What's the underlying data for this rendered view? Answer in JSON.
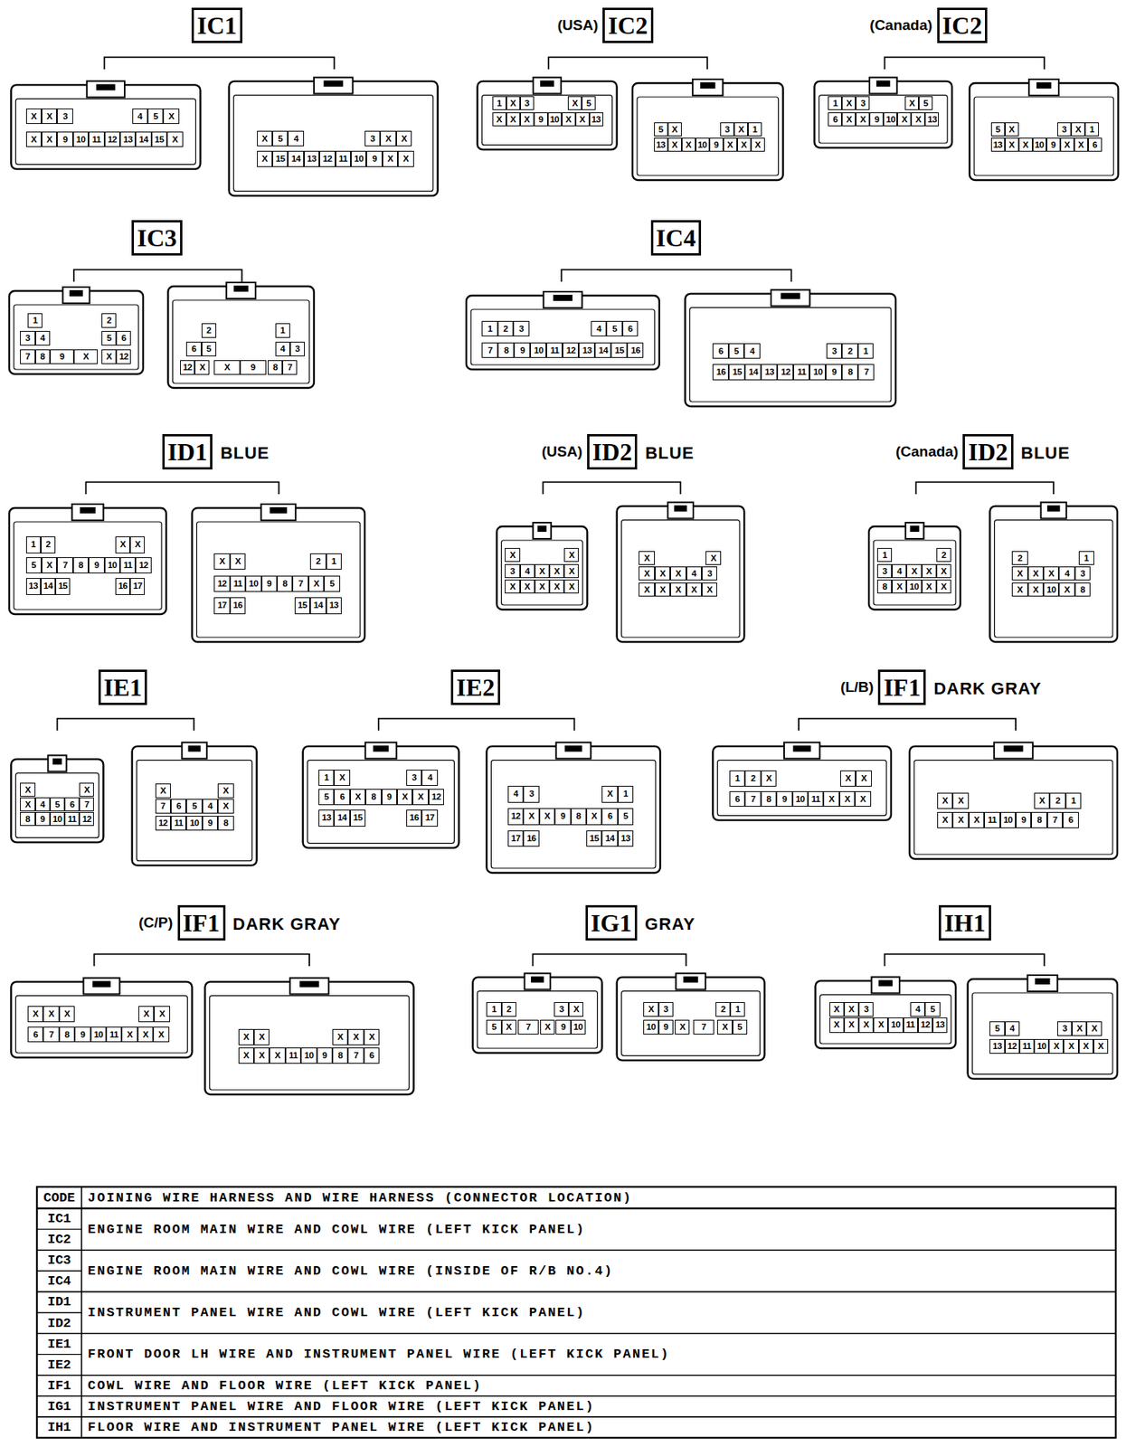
{
  "diagram": {
    "nodes": [
      {
        "text": [
          "IC1"
        ]
      },
      {
        "text": [
          "IC2"
        ]
      },
      {
        "text": [
          "IC2"
        ]
      },
      {
        "text": [
          "IC3"
        ]
      },
      {
        "text": [
          "IC4"
        ]
      },
      {
        "text": [
          "ID1"
        ]
      },
      {
        "text": [
          "ID2"
        ]
      },
      {
        "text": [
          "ID2"
        ]
      },
      {
        "text": [
          "IE1"
        ]
      },
      {
        "text": [
          "IE2"
        ]
      },
      {
        "text": [
          "IF1"
        ]
      },
      {
        "text": [
          "IF1"
        ]
      },
      {
        "text": [
          "IG1"
        ]
      },
      {
        "text": [
          "IH1"
        ]
      }
    ],
    "labels": [
      "X",
      "X",
      "3",
      "4",
      "5",
      "X",
      "X",
      "X",
      "9",
      "10",
      "11",
      "12",
      "13",
      "14",
      "15",
      "X",
      "X",
      "5",
      "4",
      "3",
      "X",
      "X",
      "X",
      "15",
      "14",
      "13",
      "12",
      "11",
      "10",
      "9",
      "X",
      "X",
      "(USA)",
      "1",
      "X",
      "3",
      "X",
      "5",
      "X",
      "X",
      "X",
      "9",
      "10",
      "X",
      "X",
      "13",
      "5",
      "X",
      "3",
      "X",
      "1",
      "13",
      "X",
      "X",
      "10",
      "9",
      "X",
      "X",
      "X",
      "(Canada)",
      "1",
      "X",
      "3",
      "X",
      "5",
      "6",
      "X",
      "X",
      "9",
      "10",
      "X",
      "X",
      "13",
      "5",
      "X",
      "3",
      "X",
      "1",
      "13",
      "X",
      "X",
      "10",
      "9",
      "X",
      "X",
      "6",
      "1",
      "2",
      "3",
      "4",
      "5",
      "6",
      "7",
      "8",
      "9",
      "X",
      "X",
      "12",
      "2",
      "1",
      "6",
      "5",
      "4",
      "3",
      "12",
      "X",
      "X",
      "9",
      "8",
      "7",
      "1",
      "2",
      "3",
      "4",
      "5",
      "6",
      "7",
      "8",
      "9",
      "10",
      "11",
      "12",
      "13",
      "14",
      "15",
      "16",
      "6",
      "5",
      "4",
      "3",
      "2",
      "1",
      "16",
      "15",
      "14",
      "13",
      "12",
      "11",
      "10",
      "9",
      "8",
      "7",
      "BLUE",
      "1",
      "2",
      "X",
      "X",
      "5",
      "X",
      "7",
      "8",
      "9",
      "10",
      "11",
      "12",
      "13",
      "14",
      "15",
      "16",
      "17",
      "X",
      "X",
      "2",
      "1",
      "12",
      "11",
      "10",
      "9",
      "8",
      "7",
      "X",
      "5",
      "17",
      "16",
      "15",
      "14",
      "13",
      "(USA)",
      "BLUE",
      "X",
      "X",
      "3",
      "4",
      "X",
      "X",
      "X",
      "X",
      "X",
      "X",
      "X",
      "X",
      "X",
      "X",
      "X",
      "X",
      "X",
      "4",
      "3",
      "X",
      "X",
      "X",
      "X",
      "X",
      "(Canada)",
      "BLUE",
      "1",
      "2",
      "3",
      "4",
      "X",
      "X",
      "X",
      "8",
      "X",
      "10",
      "X",
      "X",
      "2",
      "1",
      "X",
      "X",
      "X",
      "4",
      "3",
      "X",
      "X",
      "10",
      "X",
      "8",
      "X",
      "X",
      "X",
      "4",
      "5",
      "6",
      "7",
      "8",
      "9",
      "10",
      "11",
      "12",
      "X",
      "X",
      "7",
      "6",
      "5",
      "4",
      "X",
      "12",
      "11",
      "10",
      "9",
      "8",
      "1",
      "X",
      "3",
      "4",
      "5",
      "6",
      "X",
      "8",
      "9",
      "X",
      "X",
      "12",
      "13",
      "14",
      "15",
      "16",
      "17",
      "4",
      "3",
      "X",
      "1",
      "12",
      "X",
      "X",
      "9",
      "8",
      "X",
      "6",
      "5",
      "17",
      "16",
      "15",
      "14",
      "13",
      "(L/B)",
      "DARK GRAY",
      "1",
      "2",
      "X",
      "X",
      "X",
      "6",
      "7",
      "8",
      "9",
      "10",
      "11",
      "X",
      "X",
      "X",
      "X",
      "X",
      "X",
      "2",
      "1",
      "X",
      "X",
      "X",
      "11",
      "10",
      "9",
      "8",
      "7",
      "6",
      "(C/P)",
      "DARK GRAY",
      "X",
      "X",
      "X",
      "X",
      "X",
      "6",
      "7",
      "8",
      "9",
      "10",
      "11",
      "X",
      "X",
      "X",
      "X",
      "X",
      "X",
      "X",
      "X",
      "X",
      "X",
      "X",
      "11",
      "10",
      "9",
      "8",
      "7",
      "6",
      "GRAY",
      "1",
      "2",
      "3",
      "X",
      "5",
      "X",
      "7",
      "X",
      "9",
      "10",
      "X",
      "3",
      "2",
      "1",
      "10",
      "9",
      "X",
      "7",
      "X",
      "5",
      "X",
      "X",
      "3",
      "4",
      "5",
      "X",
      "X",
      "X",
      "X",
      "10",
      "11",
      "12",
      "13",
      "5",
      "4",
      "3",
      "X",
      "X",
      "13",
      "12",
      "11",
      "10",
      "X",
      "X",
      "X",
      "X",
      "CODE",
      "JOINING WIRE HARNESS AND WIRE HARNESS (CONNECTOR LOCATION)",
      "IC1",
      "IC2",
      "ENGINE ROOM MAIN WIRE AND COWL WIRE (LEFT KICK PANEL)",
      "IC3",
      "IC4",
      "ENGINE ROOM MAIN WIRE AND COWL WIRE (INSIDE OF R/B NO.4)",
      "ID1",
      "ID2",
      "INSTRUMENT PANEL WIRE AND COWL WIRE (LEFT KICK PANEL)",
      "IE1",
      "IE2",
      "FRONT DOOR LH WIRE AND INSTRUMENT PANEL WIRE (LEFT KICK PANEL)",
      "IF1",
      "COWL WIRE AND FLOOR WIRE (LEFT KICK PANEL)",
      "IG1",
      "INSTRUMENT PANEL WIRE AND FLOOR WIRE (LEFT KICK PANEL)",
      "IH1",
      "FLOOR WIRE AND INSTRUMENT PANEL WIRE (LEFT KICK PANEL)"
    ]
  }
}
